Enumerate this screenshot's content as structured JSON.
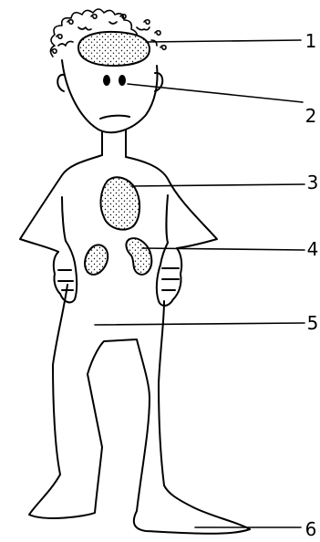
{
  "diagram": {
    "labels": [
      {
        "id": "1",
        "text": "1",
        "target": "brain"
      },
      {
        "id": "2",
        "text": "2",
        "target": "eyes"
      },
      {
        "id": "3",
        "text": "3",
        "target": "heart"
      },
      {
        "id": "4",
        "text": "4",
        "target": "kidneys"
      },
      {
        "id": "5",
        "text": "5",
        "target": "body"
      },
      {
        "id": "6",
        "text": "6",
        "target": "foot"
      }
    ]
  },
  "colors": {
    "ink": "#000000",
    "paper": "#ffffff"
  }
}
